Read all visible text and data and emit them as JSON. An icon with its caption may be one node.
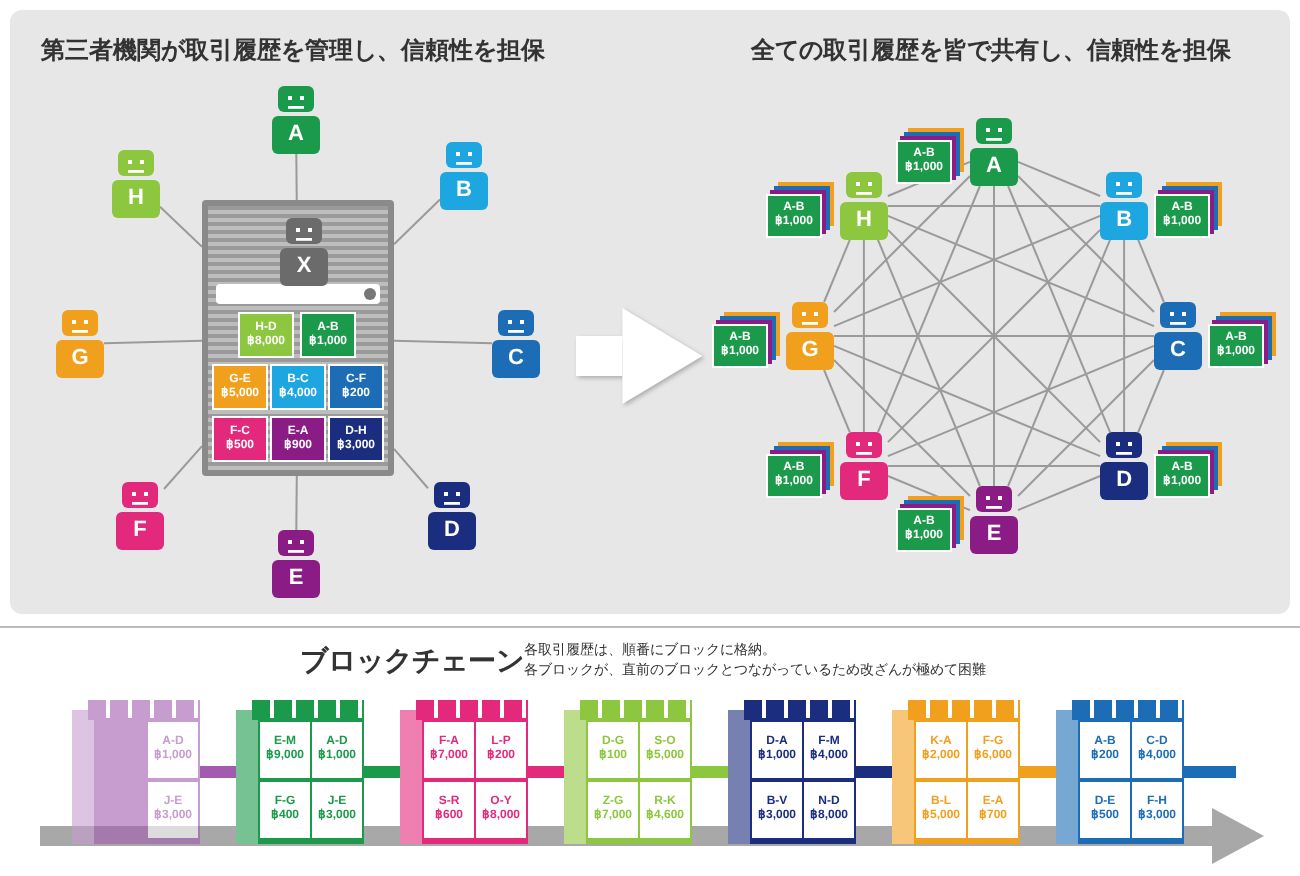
{
  "diagram": {
    "nodes": [
      {
        "text": [
          "第三者機関が取引履歴を管理し、信頼性を担保"
        ]
      },
      {
        "text": [
          "A"
        ],
        "in": 0
      },
      {
        "text": [
          "B"
        ],
        "in": 0
      },
      {
        "text": [
          "C"
        ],
        "in": 0
      },
      {
        "text": [
          "D"
        ],
        "in": 0
      },
      {
        "text": [
          "E"
        ],
        "in": 0
      },
      {
        "text": [
          "F"
        ],
        "in": 0
      },
      {
        "text": [
          "G"
        ],
        "in": 0
      },
      {
        "text": [
          "H"
        ],
        "in": 0
      },
      {
        "text": [],
        "shape": "box",
        "in": 0
      },
      {
        "text": [
          "X"
        ],
        "in": 9
      },
      {
        "text": [
          "H-D ฿8,000"
        ],
        "in": 9
      },
      {
        "text": [
          "A-B ฿1,000"
        ],
        "in": 9
      },
      {
        "text": [
          "G-E ฿5,000"
        ],
        "in": 9
      },
      {
        "text": [
          "B-C ฿4,000"
        ],
        "in": 9
      },
      {
        "text": [
          "C-F ฿200"
        ],
        "in": 9
      },
      {
        "text": [
          "F-C ฿500"
        ],
        "in": 9
      },
      {
        "text": [
          "E-A ฿900"
        ],
        "in": 9
      },
      {
        "text": [
          "D-H ฿3,000"
        ],
        "in": 9
      },
      {
        "text": [
          "全ての取引履歴を皆で共有し、信頼性を担保"
        ]
      },
      {
        "text": [
          "A"
        ],
        "in": 19
      },
      {
        "text": [
          "B"
        ],
        "in": 19
      },
      {
        "text": [
          "C"
        ],
        "in": 19
      },
      {
        "text": [
          "D"
        ],
        "in": 19
      },
      {
        "text": [
          "E"
        ],
        "in": 19
      },
      {
        "text": [
          "F"
        ],
        "in": 19
      },
      {
        "text": [
          "G"
        ],
        "in": 19
      },
      {
        "text": [
          "H"
        ],
        "in": 19
      },
      {
        "text": [
          "A-B ฿1,000"
        ],
        "in": 19
      },
      {
        "text": [
          "A-B ฿1,000"
        ],
        "in": 19
      },
      {
        "text": [
          "A-B ฿1,000"
        ],
        "in": 19
      },
      {
        "text": [
          "A-B ฿1,000"
        ],
        "in": 19
      },
      {
        "text": [
          "A-B ฿1,000"
        ],
        "in": 19
      },
      {
        "text": [
          "A-B ฿1,000"
        ],
        "in": 19
      },
      {
        "text": [
          "A-B ฿1,000"
        ],
        "in": 19
      },
      {
        "text": [
          "A-B ฿1,000"
        ],
        "in": 19
      },
      {
        "text": [],
        "shape": "box"
      },
      {
        "text": [
          "A-D ฿1,000"
        ],
        "in": 36
      },
      {
        "text": [
          "J-E ฿3,000"
        ],
        "in": 36
      },
      {
        "text": [],
        "shape": "box"
      },
      {
        "text": [
          "E-M ฿9,000"
        ],
        "in": 39
      },
      {
        "text": [
          "A-D ฿1,000"
        ],
        "in": 39
      },
      {
        "text": [
          "F-G ฿400"
        ],
        "in": 39
      },
      {
        "text": [
          "J-E ฿3,000"
        ],
        "in": 39
      },
      {
        "text": [],
        "shape": "box"
      },
      {
        "text": [
          "F-A ฿7,000"
        ],
        "in": 44
      },
      {
        "text": [
          "L-P ฿200"
        ],
        "in": 44
      },
      {
        "text": [
          "S-R ฿600"
        ],
        "in": 44
      },
      {
        "text": [
          "O-Y ฿8,000"
        ],
        "in": 44
      },
      {
        "text": [],
        "shape": "box"
      },
      {
        "text": [
          "D-G ฿100"
        ],
        "in": 49
      },
      {
        "text": [
          "S-O ฿5,000"
        ],
        "in": 49
      },
      {
        "text": [
          "Z-G ฿7,000"
        ],
        "in": 49
      },
      {
        "text": [
          "R-K ฿4,600"
        ],
        "in": 49
      },
      {
        "text": [],
        "shape": "box"
      },
      {
        "text": [
          "D-A ฿1,000"
        ],
        "in": 54
      },
      {
        "text": [
          "F-M ฿4,000"
        ],
        "in": 54
      },
      {
        "text": [
          "B-V ฿3,000"
        ],
        "in": 54
      },
      {
        "text": [
          "N-D ฿8,000"
        ],
        "in": 54
      },
      {
        "text": [],
        "shape": "box"
      },
      {
        "text": [
          "K-A ฿2,000"
        ],
        "in": 59
      },
      {
        "text": [
          "F-G ฿6,000"
        ],
        "in": 59
      },
      {
        "text": [
          "B-L ฿5,000"
        ],
        "in": 59
      },
      {
        "text": [
          "E-A ฿700"
        ],
        "in": 59
      },
      {
        "text": [],
        "shape": "box"
      },
      {
        "text": [
          "A-B ฿200"
        ],
        "in": 64
      },
      {
        "text": [
          "C-D ฿4,000"
        ],
        "in": 64
      },
      {
        "text": [
          "D-E ฿500"
        ],
        "in": 64
      },
      {
        "text": [
          "F-H ฿3,000"
        ],
        "in": 64
      }
    ],
    "edges": [
      {
        "from": 0,
        "to": 19,
        "arrow": "to",
        "style": "thick",
        "color": "#ffffff"
      },
      {
        "from": 9,
        "to": 1,
        "arrow": "none"
      },
      {
        "from": 9,
        "to": 2,
        "arrow": "none"
      },
      {
        "from": 9,
        "to": 3,
        "arrow": "none"
      },
      {
        "from": 9,
        "to": 4,
        "arrow": "none"
      },
      {
        "from": 9,
        "to": 5,
        "arrow": "none"
      },
      {
        "from": 9,
        "to": 6,
        "arrow": "none"
      },
      {
        "from": 9,
        "to": 7,
        "arrow": "none"
      },
      {
        "from": 9,
        "to": 8,
        "arrow": "none"
      },
      {
        "from": 20,
        "to": 21,
        "arrow": "none"
      },
      {
        "from": 20,
        "to": 22,
        "arrow": "none"
      },
      {
        "from": 20,
        "to": 23,
        "arrow": "none"
      },
      {
        "from": 20,
        "to": 24,
        "arrow": "none"
      },
      {
        "from": 20,
        "to": 25,
        "arrow": "none"
      },
      {
        "from": 20,
        "to": 26,
        "arrow": "none"
      },
      {
        "from": 20,
        "to": 27,
        "arrow": "none"
      },
      {
        "from": 21,
        "to": 22,
        "arrow": "none"
      },
      {
        "from": 21,
        "to": 23,
        "arrow": "none"
      },
      {
        "from": 21,
        "to": 24,
        "arrow": "none"
      },
      {
        "from": 21,
        "to": 25,
        "arrow": "none"
      },
      {
        "from": 21,
        "to": 26,
        "arrow": "none"
      },
      {
        "from": 21,
        "to": 27,
        "arrow": "none"
      },
      {
        "from": 22,
        "to": 23,
        "arrow": "none"
      },
      {
        "from": 22,
        "to": 24,
        "arrow": "none"
      },
      {
        "from": 22,
        "to": 25,
        "arrow": "none"
      },
      {
        "from": 22,
        "to": 26,
        "arrow": "none"
      },
      {
        "from": 22,
        "to": 27,
        "arrow": "none"
      },
      {
        "from": 23,
        "to": 24,
        "arrow": "none"
      },
      {
        "from": 23,
        "to": 25,
        "arrow": "none"
      },
      {
        "from": 23,
        "to": 26,
        "arrow": "none"
      },
      {
        "from": 23,
        "to": 27,
        "arrow": "none"
      },
      {
        "from": 24,
        "to": 25,
        "arrow": "none"
      },
      {
        "from": 24,
        "to": 26,
        "arrow": "none"
      },
      {
        "from": 24,
        "to": 27,
        "arrow": "none"
      },
      {
        "from": 25,
        "to": 26,
        "arrow": "none"
      },
      {
        "from": 25,
        "to": 27,
        "arrow": "none"
      },
      {
        "from": 26,
        "to": 27,
        "arrow": "none"
      },
      {
        "from": 36,
        "to": 39,
        "arrow": "none",
        "style": "thick",
        "color": "#a35bb0"
      },
      {
        "from": 39,
        "to": 44,
        "arrow": "none",
        "style": "thick",
        "color": "#1b9a4b"
      },
      {
        "from": 44,
        "to": 49,
        "arrow": "none",
        "style": "thick",
        "color": "#e2297c"
      },
      {
        "from": 49,
        "to": 54,
        "arrow": "none",
        "style": "thick",
        "color": "#8dc63f"
      },
      {
        "from": 54,
        "to": 59,
        "arrow": "none",
        "style": "thick",
        "color": "#1b2d7f"
      },
      {
        "from": 59,
        "to": 64,
        "arrow": "none",
        "style": "thick",
        "color": "#f1a01e"
      },
      {
        "from": 64,
        "to": null,
        "arrow": "none",
        "style": "thick",
        "color": "#1c6db5"
      }
    ],
    "labels": [
      "ブロックチェーン",
      "各取引履歴は、順番にブロックに格納。",
      "各ブロックが、直前のブロックとつながっているため改ざんが極めて困難"
    ]
  }
}
